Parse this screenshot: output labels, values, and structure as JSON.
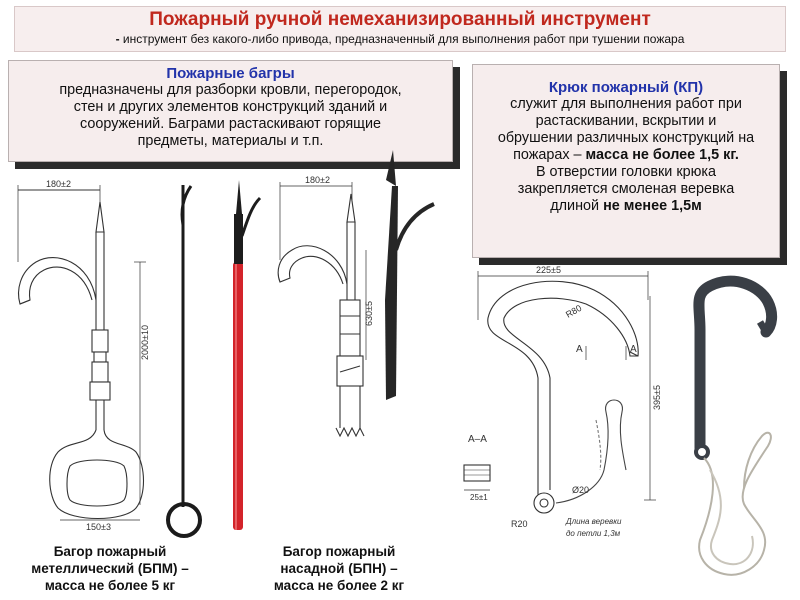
{
  "header": {
    "title": "Пожарный  ручной немеханизированный инструмент",
    "subtitle_lead": "- ",
    "subtitle_text": "инструмент без какого-либо привода, предназначенный для выполнения работ при тушении пожара"
  },
  "bagry_box": {
    "title": "Пожарные багры",
    "lines": [
      "предназначены для разборки кровли, перегородок,",
      "стен и других элементов конструкций зданий и",
      "сооружений. Баграми растаскивают горящие",
      "предметы, материалы и т.п."
    ]
  },
  "hook_box": {
    "title": "Крюк пожарный (КП)",
    "line1": "служит для выполнения работ при",
    "line2": "растаскивании, вскрытии и",
    "line3": "обрушении различных конструкций на",
    "line4_a": "пожарах – ",
    "line4_b": "масса не более 1,5 кг.",
    "line5": "В отверстии головки крюка",
    "line6": "закрепляется смоленая веревка",
    "line7_a": "длиной ",
    "line7_b": "не менее 1,5м"
  },
  "captions": {
    "bpm": [
      "Багор пожарный",
      "метеллический (БПМ) –",
      "масса не более 5 кг"
    ],
    "bpn": [
      "Багор пожарный",
      "насадной (БПН) –",
      "масса не более 2 кг"
    ]
  },
  "drawing_labels": {
    "bpm_width": "180±2",
    "bpm_height": "2000±10",
    "bpm_handle": "150±3",
    "bpn_width": "180±2",
    "bpn_height": "630±5",
    "kp_width": "225±5",
    "kp_radius": "R80",
    "kp_section": "А",
    "kp_height": "395±5",
    "kp_section_view": "А–А",
    "kp_section_size": "25±1",
    "kp_eye": "R20",
    "kp_hole": "Ø20",
    "kp_rope_note1": "Длина веревки",
    "kp_rope_note2": "до петли 1,3м"
  },
  "colors": {
    "title_red": "#c0281e",
    "callout_title_blue": "#2233aa",
    "pole_red": "#d3232a",
    "callout_bg": "#f6eded"
  }
}
